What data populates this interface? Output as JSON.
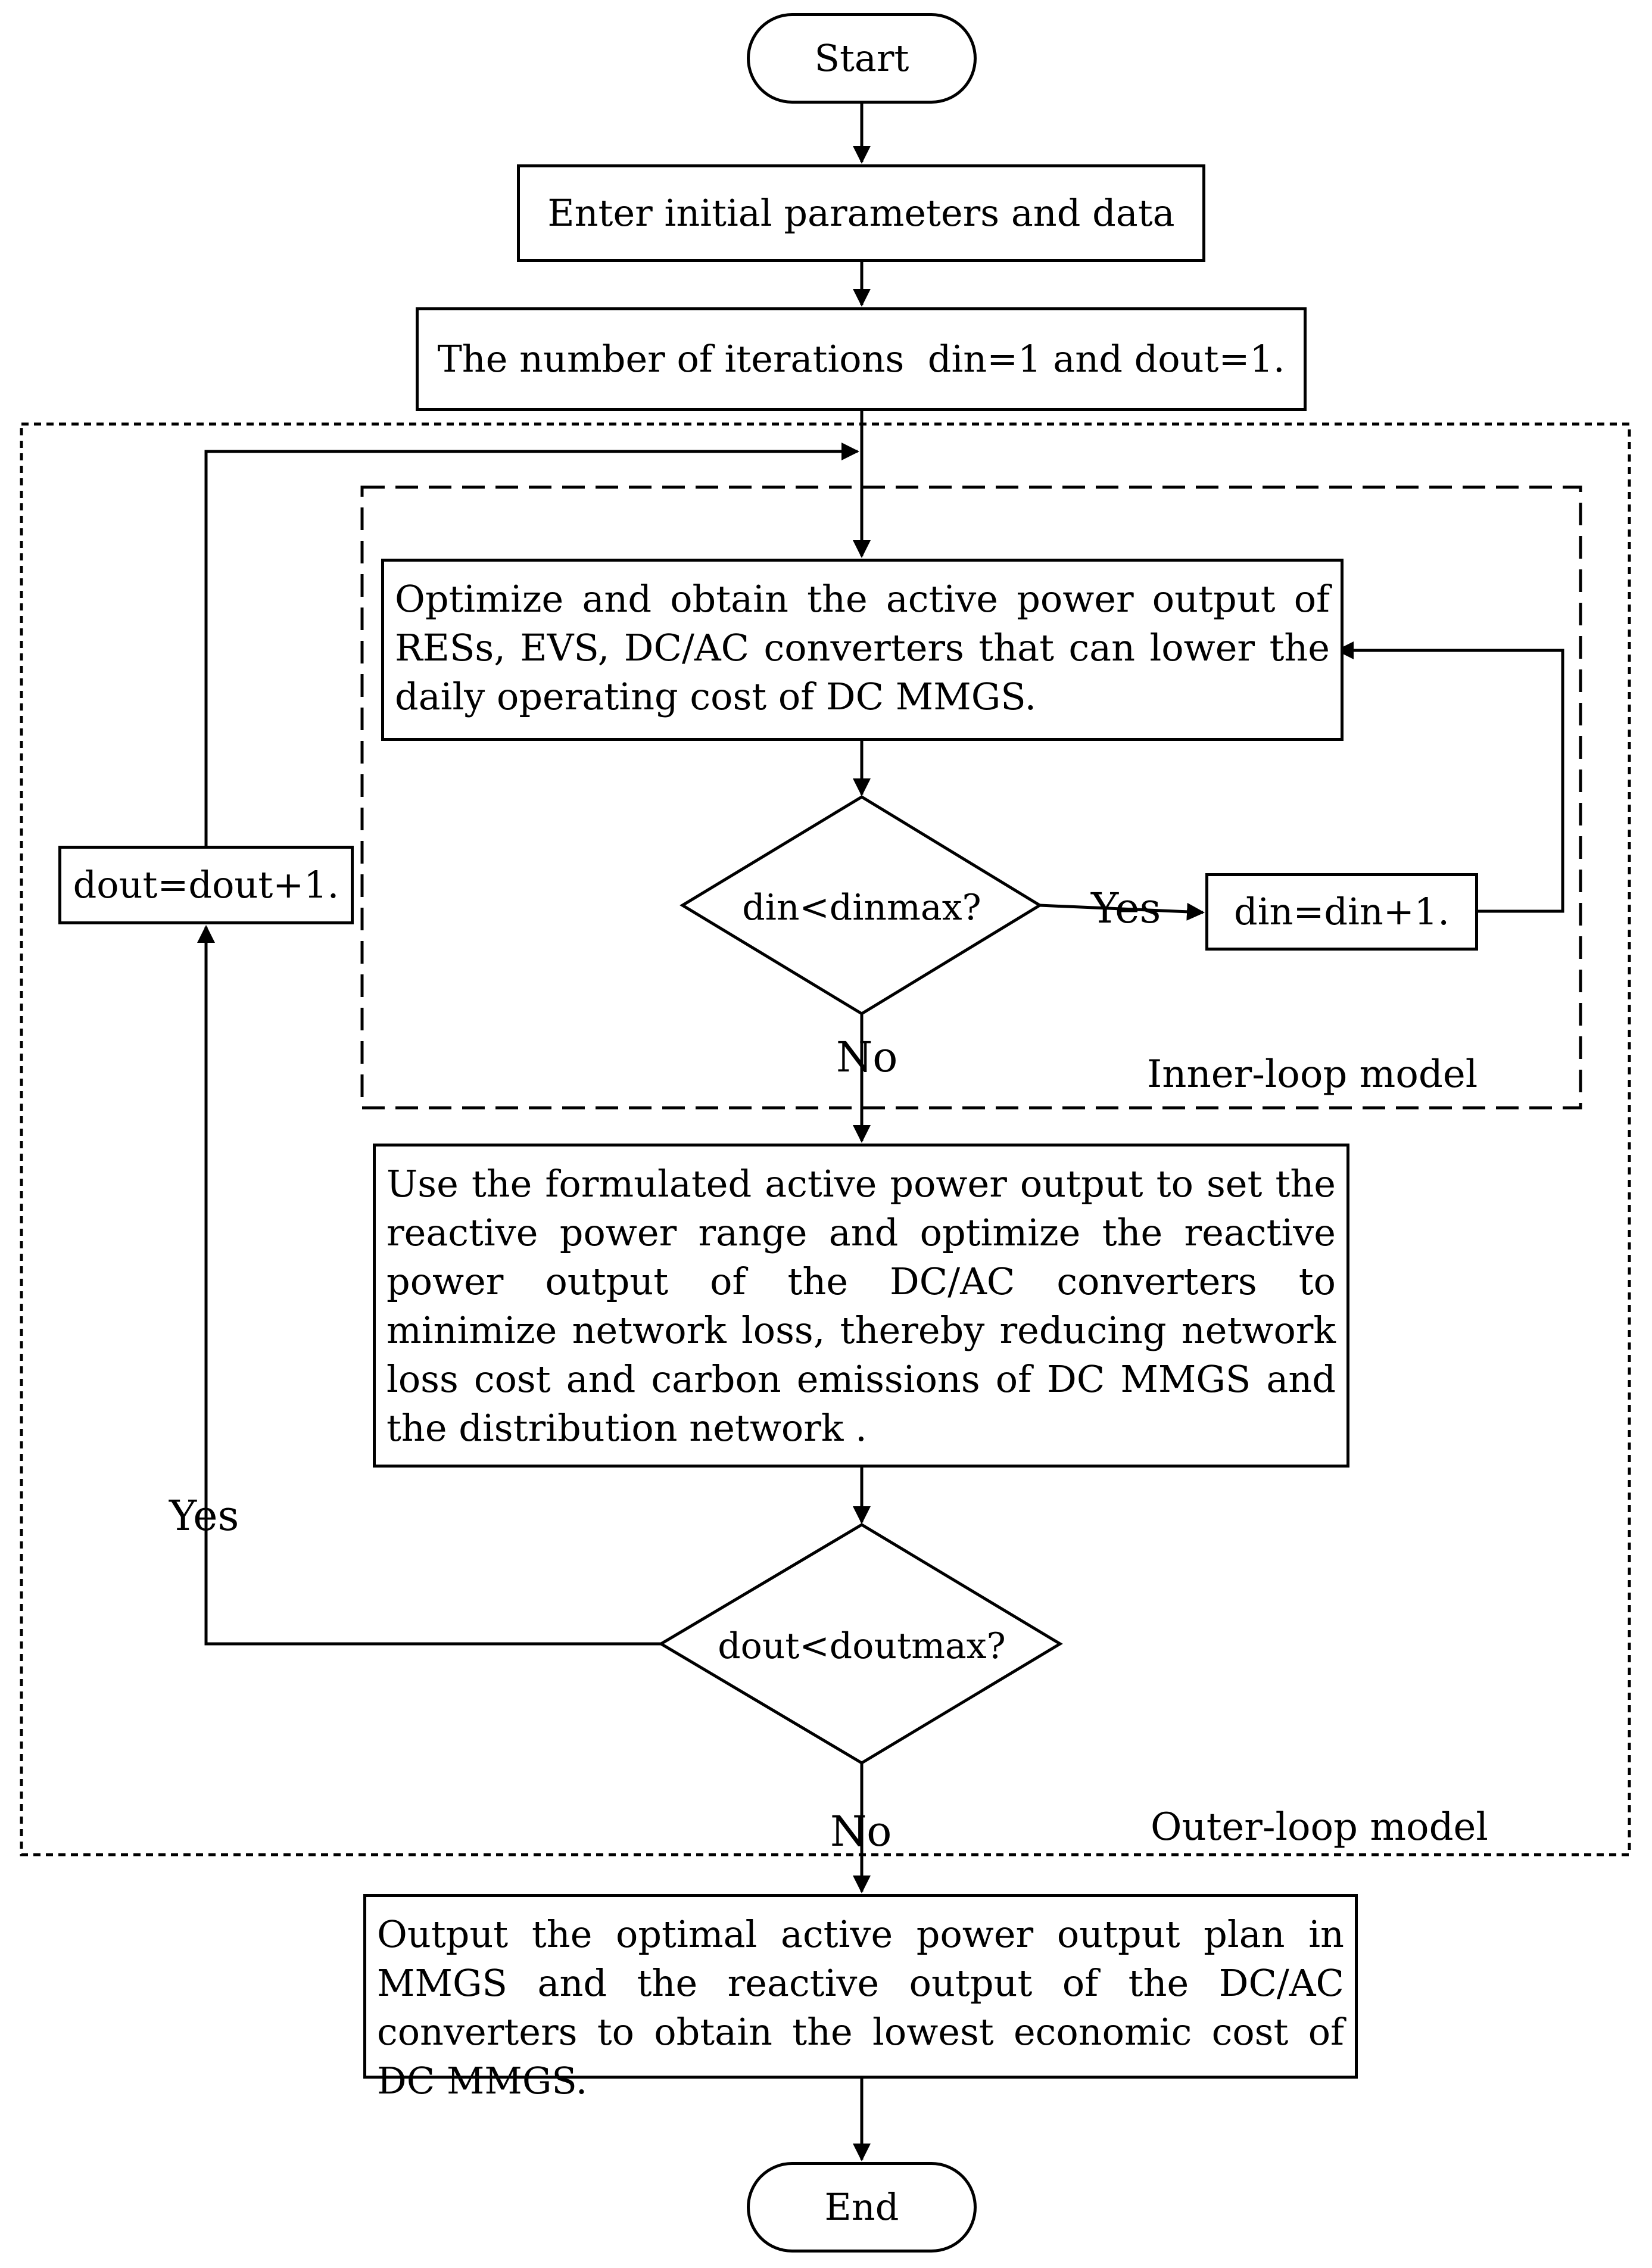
{
  "nodes": {
    "start": "Start",
    "enter_params": "Enter initial parameters and data",
    "init_iterations": "The number of iterations  din=1 and dout=1.",
    "optimize_active": "Optimize and obtain the active power output of RESs, EVS,  DC/AC converters that can lower the daily operating cost of DC MMGS.",
    "decision_inner": "din<dinmax?",
    "din_increment": "din=din+1.",
    "optimize_reactive": "Use the formulated active power output to set the reactive power range and optimize the reactive power output of the DC/AC converters to minimize network loss, thereby reducing network loss cost and carbon emissions of DC MMGS and the distribution network .",
    "decision_outer": "dout<doutmax?",
    "dout_increment": "dout=dout+1.",
    "output_plan": "Output the optimal active power output plan in MMGS and the reactive output of the DC/AC converters to obtain the lowest economic cost of DC MMGS.",
    "end": "End"
  },
  "edge_labels": {
    "inner_yes": "Yes",
    "inner_no": "No",
    "outer_yes": "Yes",
    "outer_no": "No"
  },
  "regions": {
    "inner_loop": "Inner-loop model",
    "outer_loop": "Outer-loop model"
  }
}
